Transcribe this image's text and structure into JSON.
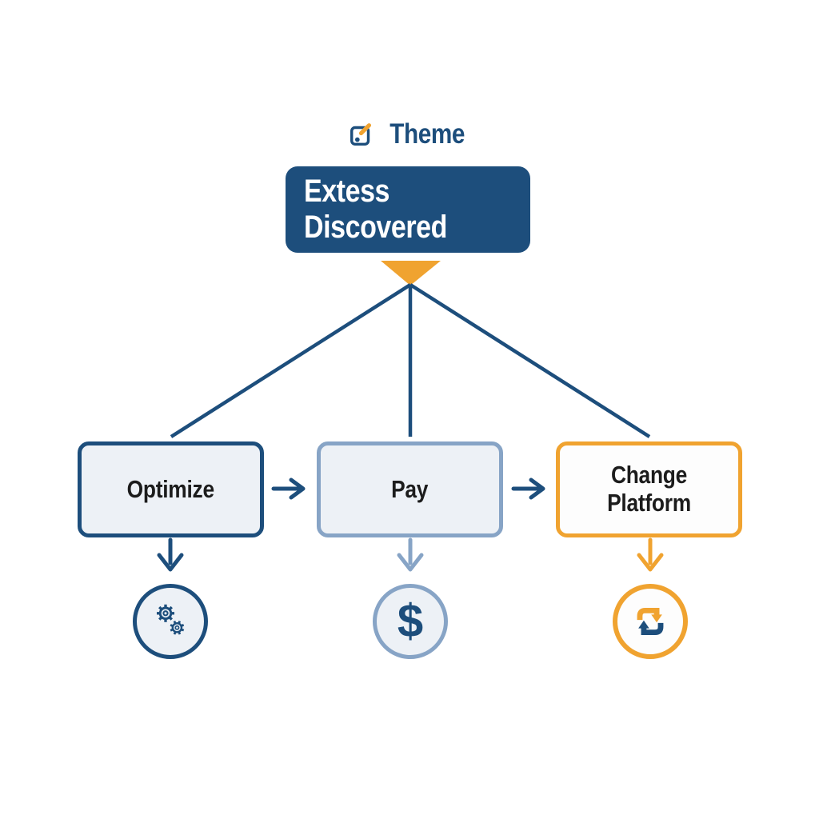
{
  "title": {
    "label": "Theme"
  },
  "root": {
    "label": "Extess Discovered"
  },
  "branches": [
    {
      "label": "Optimize"
    },
    {
      "label": "Pay"
    },
    {
      "label": "Change Platform"
    }
  ],
  "outcomes": {
    "dollar_symbol": "$"
  },
  "icons": {
    "title": "edit-icon",
    "branch_0": "gears-icon",
    "branch_1": "dollar-icon",
    "branch_2": "cycle-icon",
    "root_pointer": "triangle-down-icon"
  },
  "colors": {
    "dark_blue": "#1d4e7c",
    "steel_blue": "#87a4c6",
    "orange": "#f0a330",
    "box_fill": "#edf1f6",
    "card_white": "#fdfdfd",
    "text_dark": "#1c1c1c",
    "background": "#ffffff"
  }
}
